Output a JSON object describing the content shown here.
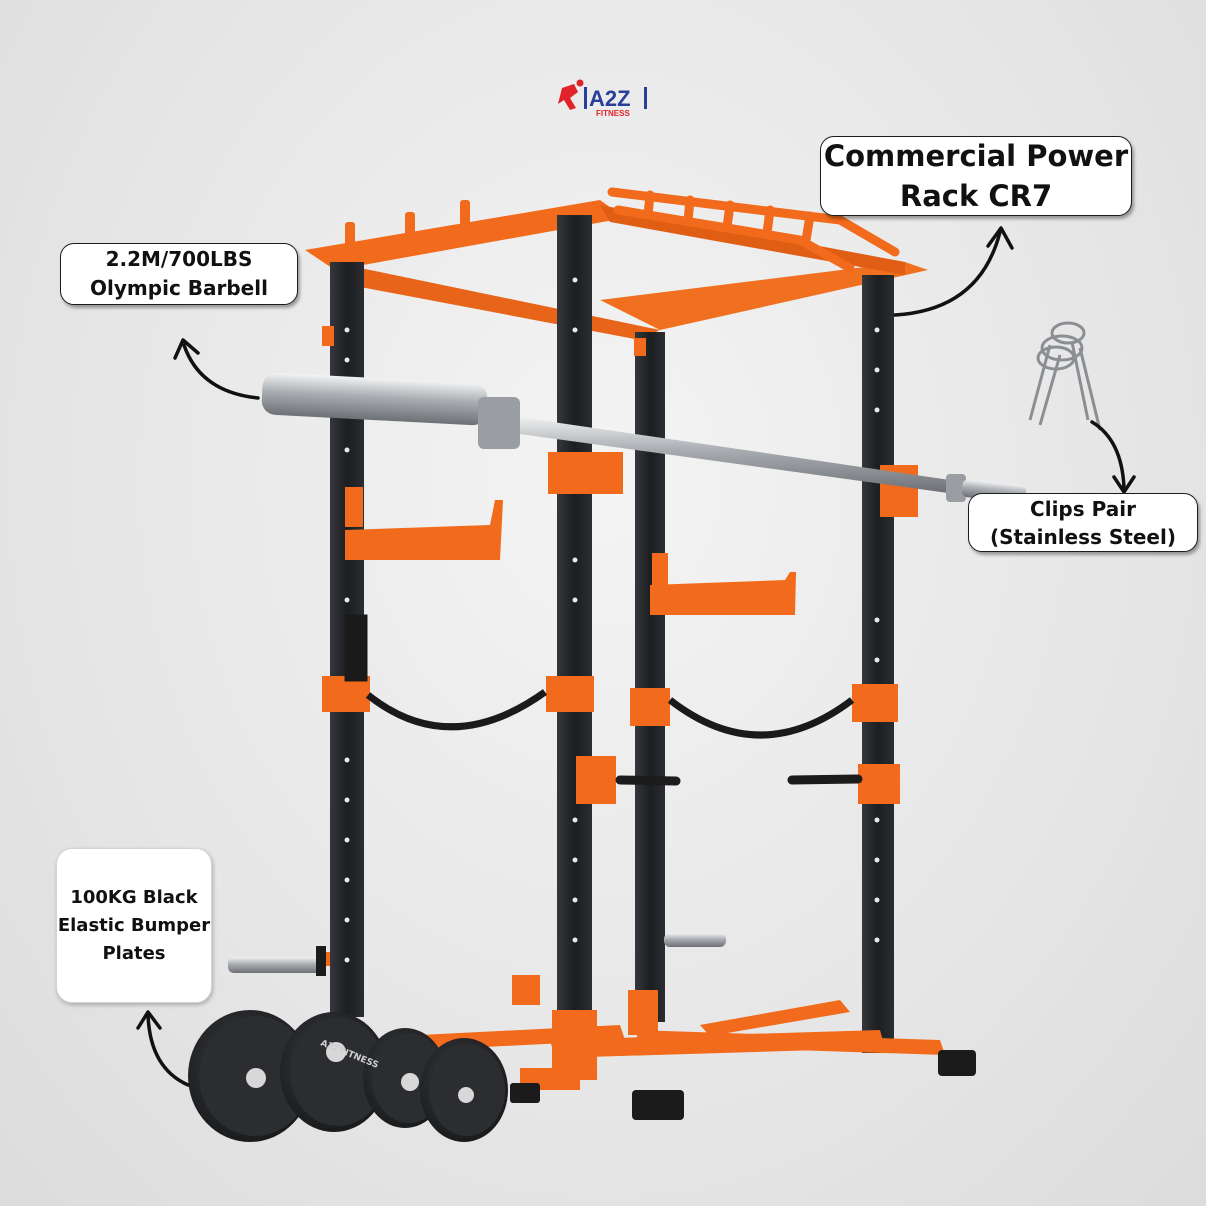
{
  "logo": {
    "brand_text": "A2Z",
    "sub_text": "FITNESS"
  },
  "callouts": {
    "rack": {
      "line1": "Commercial Power",
      "line2": "Rack CR7"
    },
    "barbell": {
      "line1": "2.2M/700LBS",
      "line2": "Olympic Barbell"
    },
    "clips": {
      "line1": "Clips Pair",
      "line2": "(Stainless Steel)"
    },
    "plates": {
      "line1": "100KG Black",
      "line2": "Elastic Bumper",
      "line3": "Plates"
    }
  },
  "plate_markings": {
    "brand": "A2ZFITNESS"
  },
  "colors": {
    "frame_orange": "#f26a1b",
    "upright_black": "#1f2124",
    "steel": "#b8bcc0",
    "logo_red": "#e0222a",
    "logo_blue": "#2a3f9c"
  }
}
